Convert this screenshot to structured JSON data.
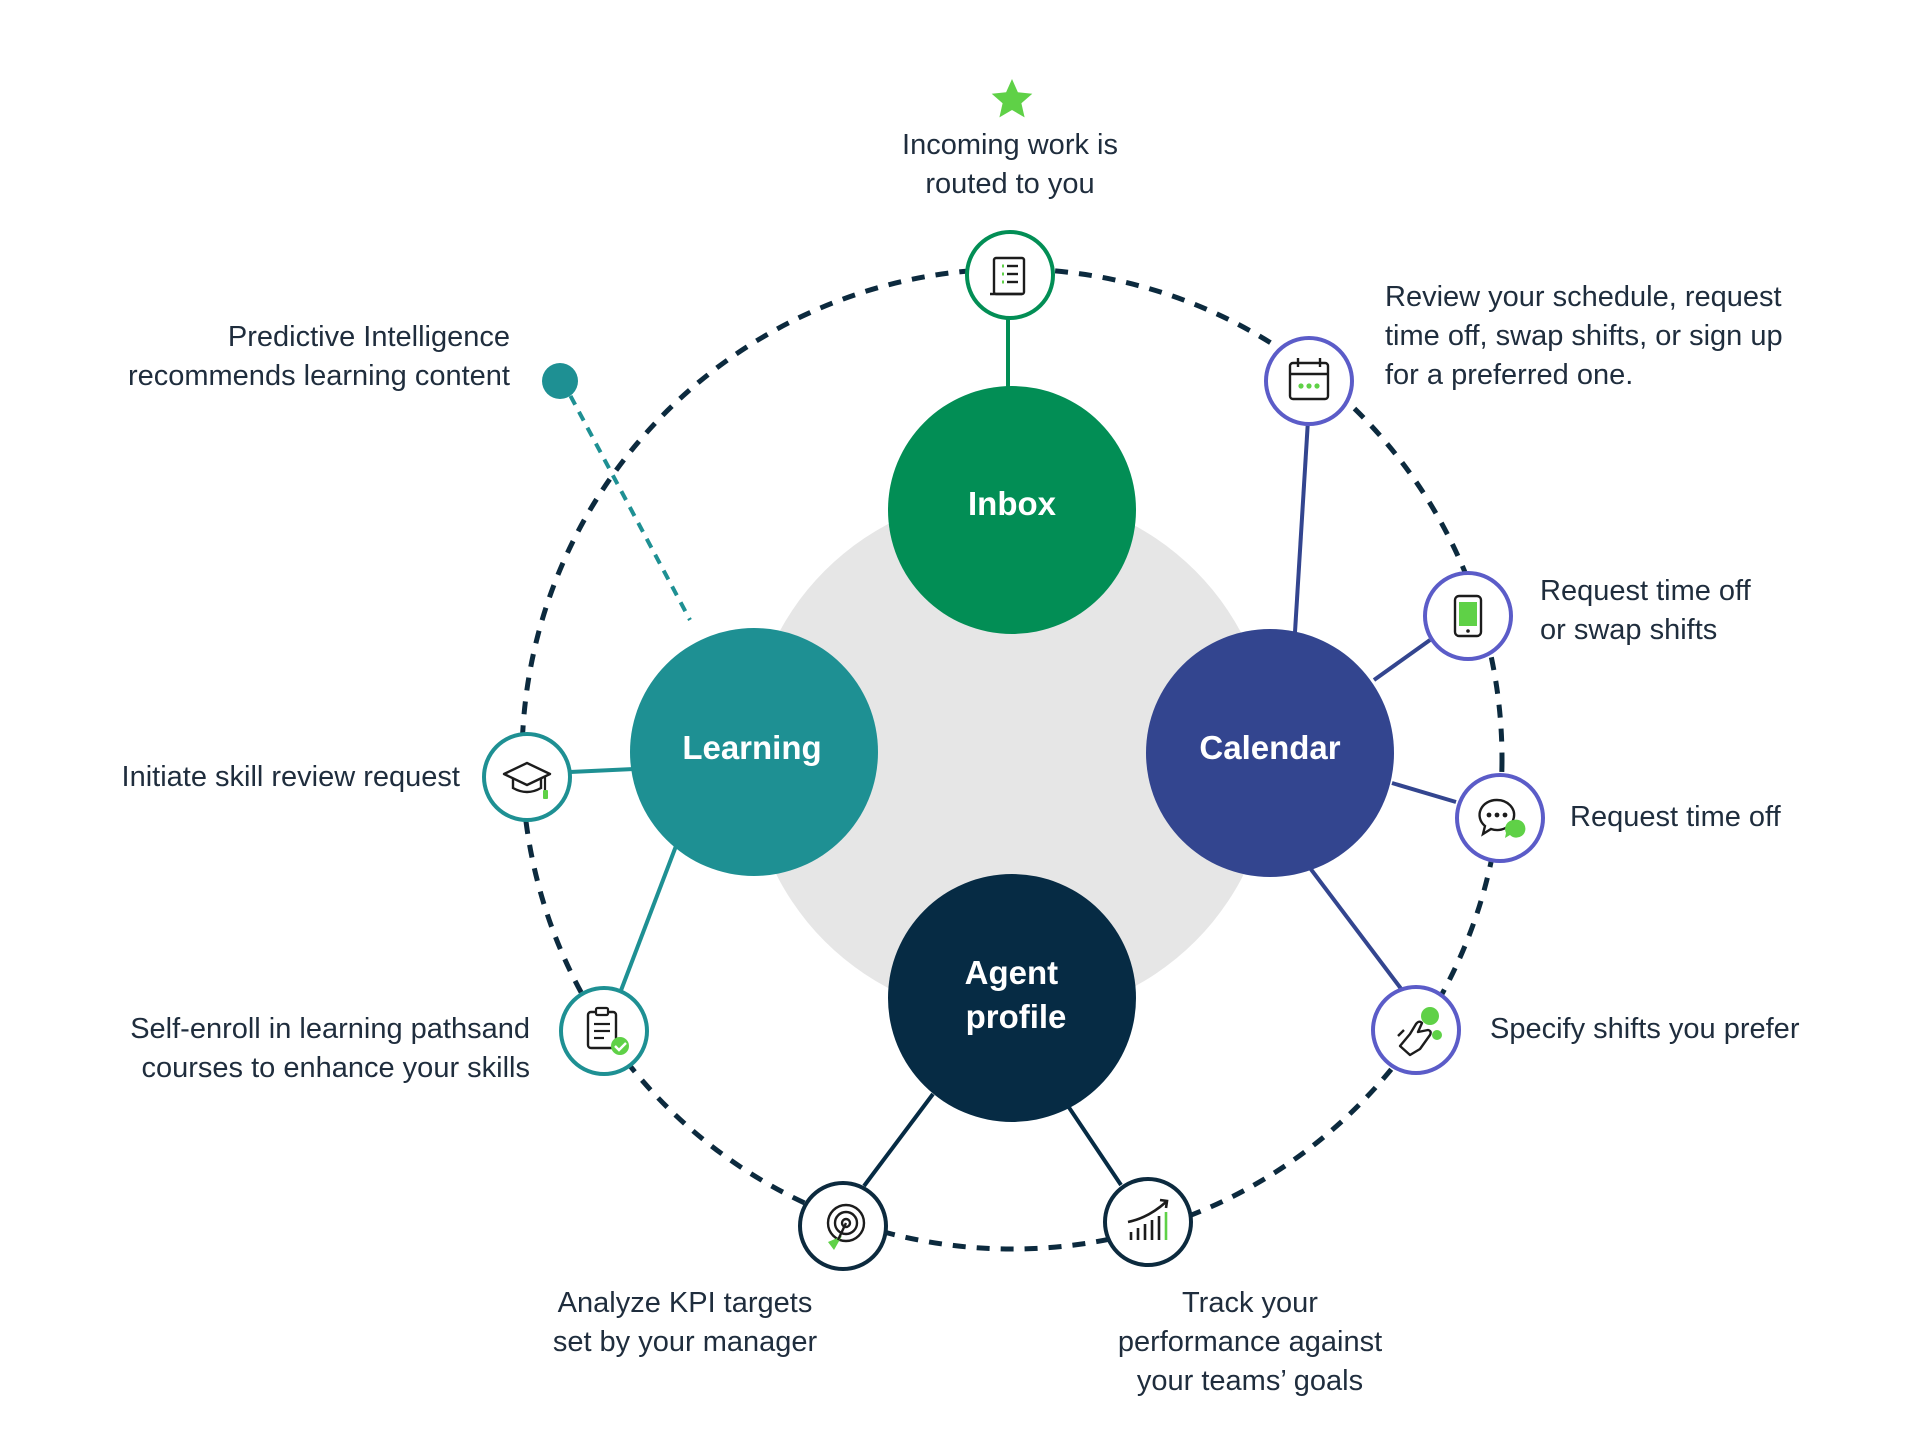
{
  "colors": {
    "inbox": "#028e55",
    "calendar": "#33458f",
    "learning": "#1e9093",
    "agent_profile": "#062b44",
    "ring": "#0c2a3e",
    "accent": "#5fd147",
    "halo": "#e6e6e6"
  },
  "hubs": {
    "inbox": {
      "label": [
        "Inbox"
      ]
    },
    "calendar": {
      "label": [
        "Calendar"
      ]
    },
    "learning": {
      "label": [
        "Learning"
      ]
    },
    "agent_profile": {
      "label": [
        "Agent",
        "profile"
      ]
    }
  },
  "callouts": {
    "inbox_routing": {
      "lines": [
        "Incoming work is",
        "routed to you"
      ],
      "icon": "document-list-icon"
    },
    "review_schedule": {
      "lines": [
        "Review your schedule, request",
        "time off, swap shifts, or sign up",
        "for a preferred one."
      ],
      "icon": "calendar-icon"
    },
    "request_or_swap": {
      "lines": [
        "Request time off",
        "or swap shifts"
      ],
      "icon": "mobile-phone-icon"
    },
    "request_time_off": {
      "lines": [
        "Request time off"
      ],
      "icon": "chat-bubble-icon"
    },
    "specify_shifts": {
      "lines": [
        "Specify shifts you prefer"
      ],
      "icon": "hand-pointer-icon"
    },
    "track_performance": {
      "lines": [
        "Track your",
        "performance against",
        "your teams’ goals"
      ],
      "icon": "growth-chart-icon"
    },
    "analyze_kpi": {
      "lines": [
        "Analyze KPI targets",
        "set by your manager"
      ],
      "icon": "target-icon"
    },
    "self_enroll": {
      "lines": [
        "Self-enroll in learning pathsand",
        "courses to enhance your skills"
      ],
      "icon": "clipboard-check-icon"
    },
    "skill_review": {
      "lines": [
        "Initiate skill review request"
      ],
      "icon": "graduation-cap-icon"
    },
    "predictive_intelligence": {
      "lines": [
        "Predictive Intelligence",
        "recommends learning content"
      ],
      "icon": "dot-marker-icon"
    }
  }
}
